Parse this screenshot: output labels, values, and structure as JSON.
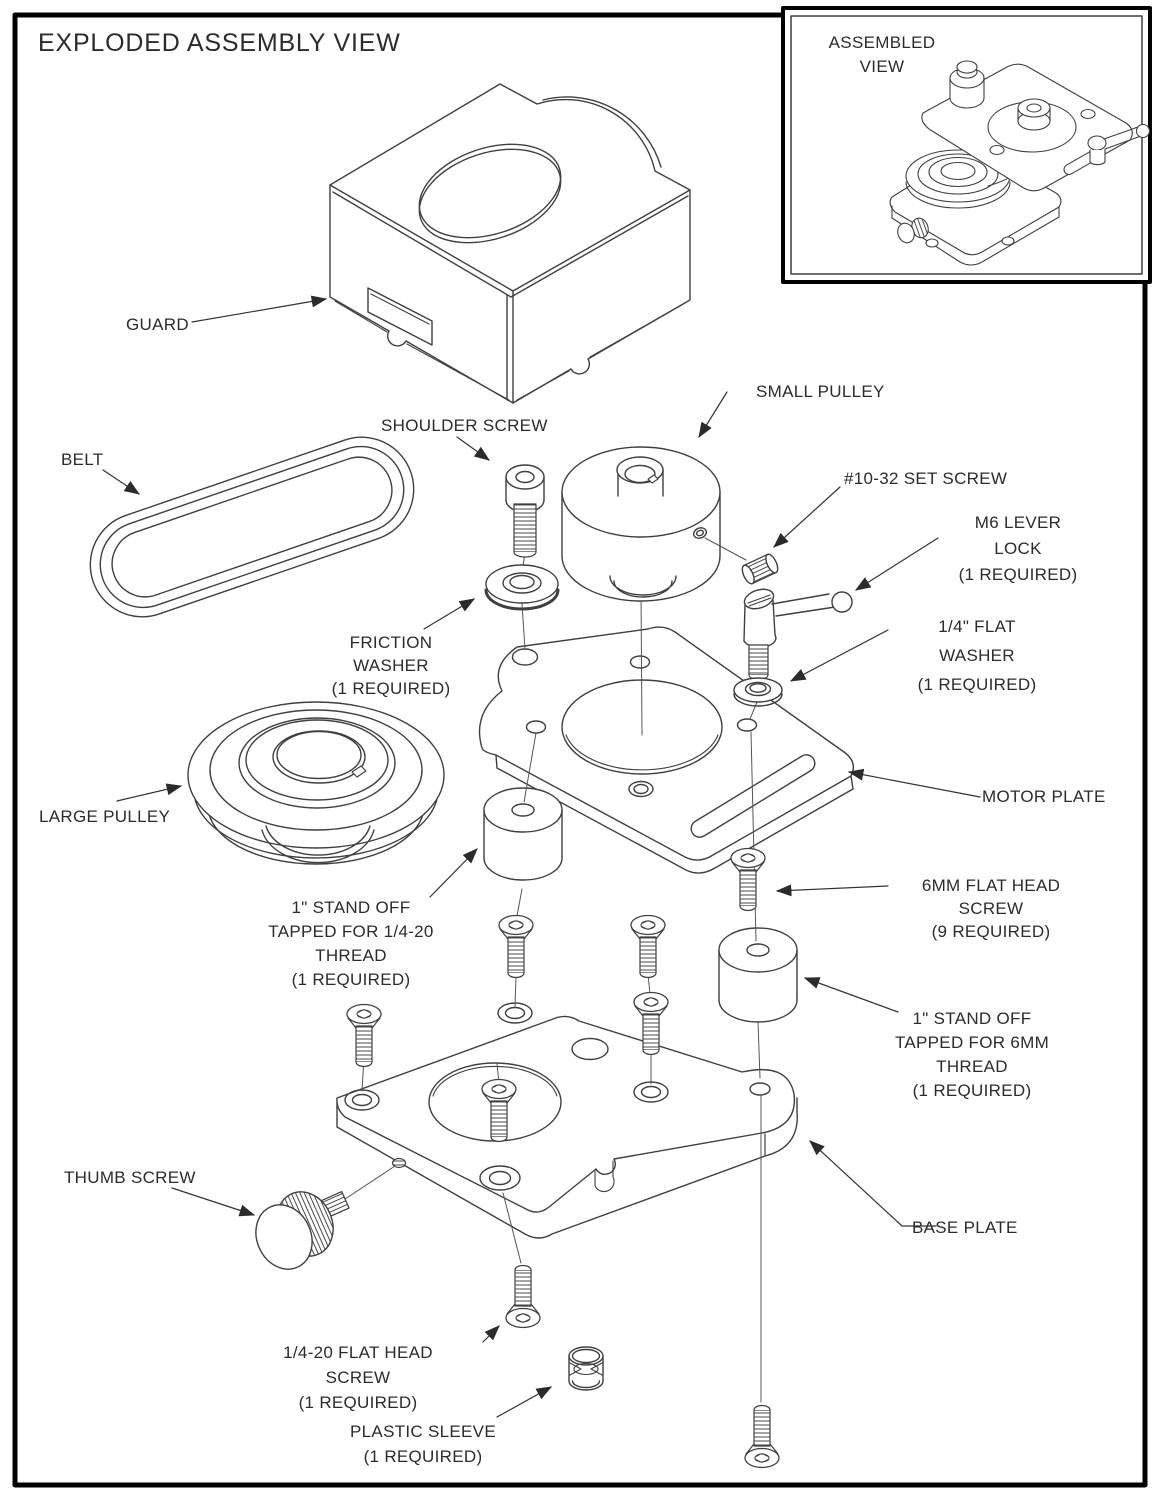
{
  "page": {
    "title": "EXPLODED ASSEMBLY VIEW"
  },
  "inset": {
    "label": "ASSEMBLED\nVIEW"
  },
  "colors": {
    "line": "#3f3f3f",
    "text": "#2b2b2b",
    "border": "#000000",
    "background": "#ffffff"
  },
  "labels": {
    "guard": "GUARD",
    "belt": "BELT",
    "shoulder_screw": "SHOULDER SCREW",
    "small_pulley": "SMALL PULLEY",
    "set_screw": "#10-32 SET SCREW",
    "lever_lock": "M6 LEVER LOCK\n(1 REQUIRED)",
    "flat_washer": "1/4\" FLAT WASHER\n(1 REQUIRED)",
    "friction_washer": "FRICTION WASHER\n(1 REQUIRED)",
    "motor_plate": "MOTOR PLATE",
    "large_pulley": "LARGE PULLEY",
    "standoff_quarter": "1\" STAND OFF\nTAPPED FOR 1/4-20 THREAD\n(1 REQUIRED)",
    "flat_head_6mm": "6MM FLAT HEAD SCREW\n(9 REQUIRED)",
    "standoff_6mm": "1\" STAND OFF\nTAPPED FOR 6MM THREAD\n(1 REQUIRED)",
    "thumb_screw": "THUMB SCREW",
    "base_plate": "BASE PLATE",
    "flat_head_quarter": "1/4-20 FLAT HEAD SCREW\n(1 REQUIRED)",
    "plastic_sleeve": "PLASTIC SLEEVE\n(1 REQUIRED)"
  }
}
